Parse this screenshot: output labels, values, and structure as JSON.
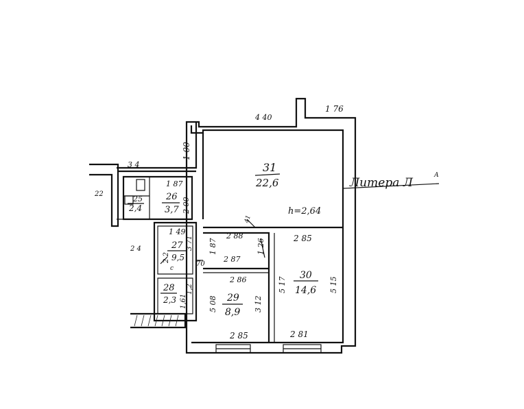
{
  "rooms": [
    {
      "id": "31",
      "number": "31",
      "area": "22,6"
    },
    {
      "id": "26",
      "number": "26",
      "area": "3,7"
    },
    {
      "id": "25",
      "number": "25",
      "area": "2,4"
    },
    {
      "id": "27",
      "number": "27",
      "area": "9,5"
    },
    {
      "id": "28",
      "number": "28",
      "area": "2,3"
    },
    {
      "id": "29",
      "number": "29",
      "area": "8,9"
    },
    {
      "id": "30",
      "number": "30",
      "area": "14,6"
    }
  ],
  "height_note": "h=2,64",
  "litera_label": "Литера Л",
  "litera_suffix": "А",
  "dimensions": {
    "top_wall": "4 40",
    "top_right": "1 76",
    "left_tower": "1 00",
    "corridor_top": "3 4",
    "left_22": "22",
    "left_24": "2 4",
    "r26_w": "1 87",
    "r26_h": "2 00",
    "r27_w": "1 49",
    "r27_h": "3 71",
    "r27_side": "2 2",
    "r28_h": "1,2",
    "r28_h2": "1,61",
    "door_70": "70",
    "top_41": "41",
    "r29top_w": "2 88",
    "r29top_side": "1 87",
    "r29top_right": "1 26",
    "r29top_bottom": "2 87",
    "r29_w_top": "2 86",
    "r29_left": "5 08",
    "r29_right": "3 12",
    "r29_bottom": "2 85",
    "r30_top": "2 85",
    "r30_left": "5 17",
    "r30_right": "5 15",
    "r30_bottom": "2 81",
    "tick_c": "с"
  }
}
